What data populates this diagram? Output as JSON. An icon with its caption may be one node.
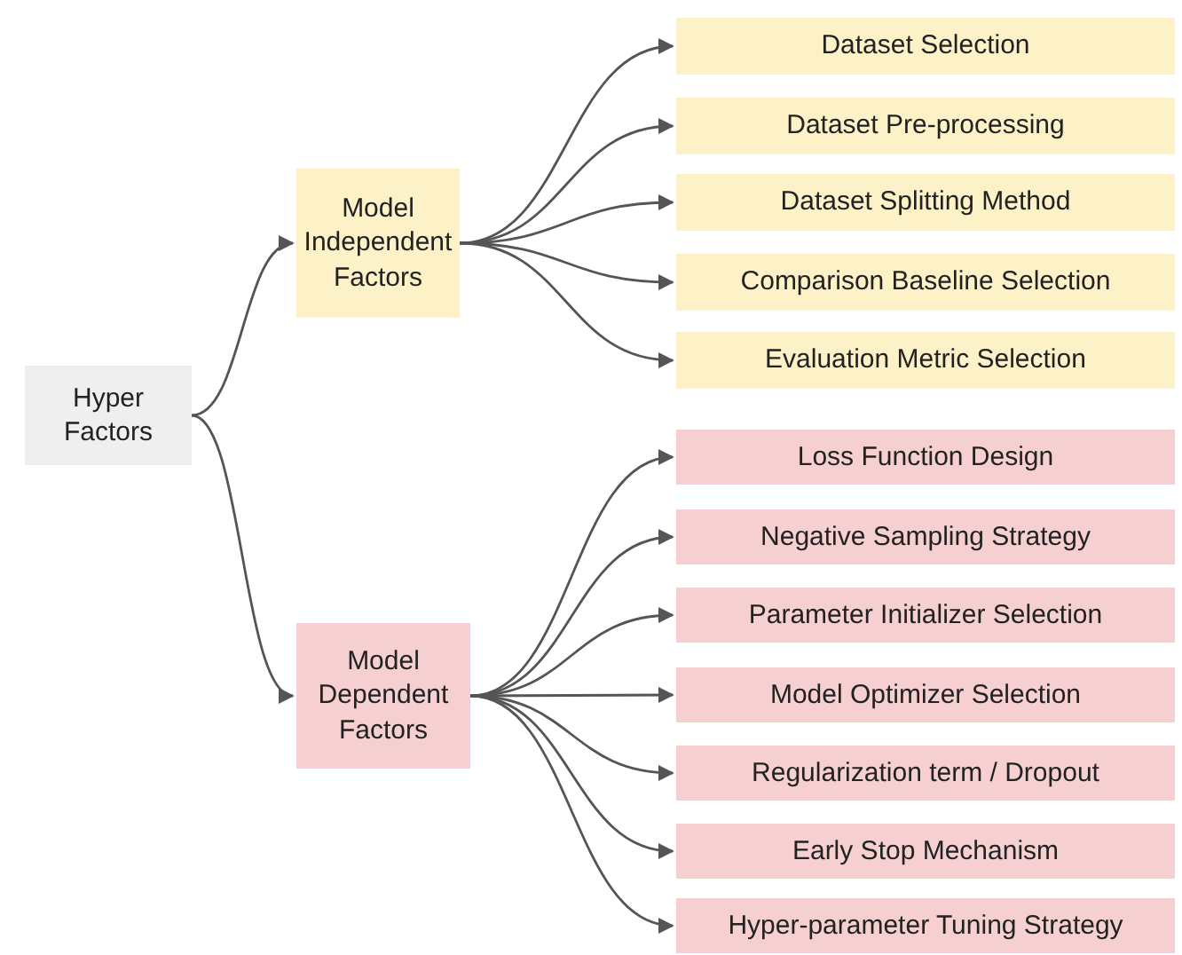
{
  "diagram": {
    "nodes": [
      {
        "text": [
          "Hyper Factors"
        ]
      },
      {
        "text": [
          "Model Independent Factors"
        ]
      },
      {
        "text": [
          "Model Dependent Factors"
        ]
      },
      {
        "text": [
          "Dataset Selection"
        ]
      },
      {
        "text": [
          "Dataset Pre-processing"
        ]
      },
      {
        "text": [
          "Dataset Splitting Method"
        ]
      },
      {
        "text": [
          "Comparison Baseline Selection"
        ]
      },
      {
        "text": [
          "Evaluation Metric Selection"
        ]
      },
      {
        "text": [
          "Loss Function Design"
        ]
      },
      {
        "text": [
          "Negative Sampling Strategy"
        ]
      },
      {
        "text": [
          "Parameter Initializer Selection"
        ]
      },
      {
        "text": [
          "Model Optimizer Selection"
        ]
      },
      {
        "text": [
          "Regularization term / Dropout"
        ]
      },
      {
        "text": [
          "Early Stop Mechanism"
        ]
      },
      {
        "text": [
          "Hyper-parameter Tuning Strategy"
        ]
      }
    ],
    "edges": [
      {
        "from": 0,
        "to": 1,
        "arrow": "to"
      },
      {
        "from": 0,
        "to": 2,
        "arrow": "to"
      },
      {
        "from": 1,
        "to": 3,
        "arrow": "to"
      },
      {
        "from": 1,
        "to": 4,
        "arrow": "to"
      },
      {
        "from": 1,
        "to": 5,
        "arrow": "to"
      },
      {
        "from": 1,
        "to": 6,
        "arrow": "to"
      },
      {
        "from": 1,
        "to": 7,
        "arrow": "to"
      },
      {
        "from": 2,
        "to": 8,
        "arrow": "to"
      },
      {
        "from": 2,
        "to": 9,
        "arrow": "to"
      },
      {
        "from": 2,
        "to": 10,
        "arrow": "to"
      },
      {
        "from": 2,
        "to": 11,
        "arrow": "to"
      },
      {
        "from": 2,
        "to": 12,
        "arrow": "to"
      },
      {
        "from": 2,
        "to": 13,
        "arrow": "to"
      },
      {
        "from": 2,
        "to": 14,
        "arrow": "to"
      }
    ]
  }
}
